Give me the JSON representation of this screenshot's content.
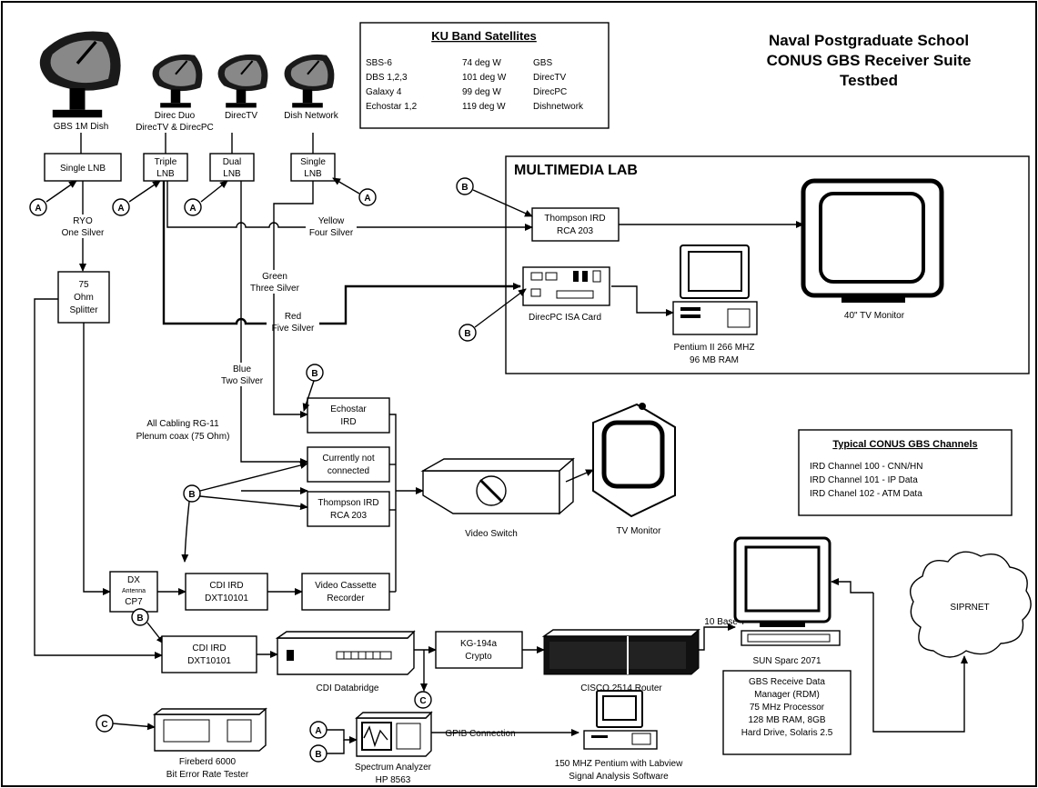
{
  "title": [
    "Naval Postgraduate School",
    "CONUS GBS Receiver Suite",
    "Testbed"
  ],
  "satellites": {
    "title": "KU Band Satellites",
    "rows": [
      [
        "SBS-6",
        "74 deg W",
        "GBS"
      ],
      [
        "DBS 1,2,3",
        "101 deg W",
        "DirecTV"
      ],
      [
        "Galaxy 4",
        "99 deg W",
        "DirecPC"
      ],
      [
        "Echostar 1,2",
        "119 deg W",
        "Dishnetwork"
      ]
    ]
  },
  "channels": {
    "title": "Typical CONUS GBS Channels",
    "rows": [
      "IRD Channel 100 - CNN/HN",
      "IRD Channel 101 - IP Data",
      "IRD Chanel 102 - ATM Data"
    ]
  },
  "dishes": {
    "gbs": "GBS 1M Dish",
    "direcduo": [
      "Direc Duo",
      "DirecTV & DirecPC"
    ],
    "directv": "DirecTV",
    "dishnet": "Dish Network"
  },
  "lnb": {
    "single1": "Single LNB",
    "triple": [
      "Triple",
      "LNB"
    ],
    "dual": [
      "Dual",
      "LNB"
    ],
    "single2": [
      "Single",
      "LNB"
    ]
  },
  "markers": {
    "a": "A",
    "b": "B",
    "c": "C"
  },
  "cables": {
    "ryo": [
      "RYO",
      "One Silver"
    ],
    "yellow": [
      "Yellow",
      "Four Silver"
    ],
    "green": [
      "Green",
      "Three Silver"
    ],
    "red": [
      "Red",
      "Five Silver"
    ],
    "blue": [
      "Blue",
      "Two Silver"
    ],
    "cabling": [
      "All Cabling RG-11",
      "Plenum coax (75 Ohm)"
    ],
    "tenbase": "10 Base T",
    "gpib": "GPIB Connection"
  },
  "lab": {
    "title": "MULTIMEDIA LAB",
    "thompson": [
      "Thompson IRD",
      "RCA 203"
    ],
    "direcpc": "DirecPC ISA Card",
    "pentium": [
      "Pentium II 266 MHZ",
      "96 MB RAM"
    ],
    "tv40": "40\" TV Monitor"
  },
  "splitter": [
    "75",
    "Ohm",
    "Splitter"
  ],
  "echostar": [
    "Echostar",
    "IRD"
  ],
  "notconnected": [
    "Currently not",
    "connected"
  ],
  "thompson2": [
    "Thompson IRD",
    "RCA 203"
  ],
  "dx": [
    "DX",
    "Antenna",
    "CP7"
  ],
  "cdi1": [
    "CDI IRD",
    "DXT10101"
  ],
  "vcr": [
    "Video Cassette",
    "Recorder"
  ],
  "videoswitch": "Video Switch",
  "tvmonitor": "TV Monitor",
  "cdi2": [
    "CDI IRD",
    "DXT10101"
  ],
  "databridge": "CDI Databridge",
  "kg": [
    "KG-194a",
    "Crypto"
  ],
  "cisco": "CISCO 2514 Router",
  "sun": "SUN Sparc 2071",
  "rdm": [
    "GBS Receive Data",
    "Manager (RDM)",
    "75 MHz Processor",
    "128 MB RAM, 8GB",
    "Hard Drive, Solaris 2.5"
  ],
  "siprnet": "SIPRNET",
  "fireberd": [
    "Fireberd 6000",
    "Bit Error Rate Tester"
  ],
  "spectrum": [
    "Spectrum Analyzer",
    "HP 8563"
  ],
  "labview": [
    "150 MHZ Pentium with Labview",
    "Signal Analysis Software"
  ]
}
